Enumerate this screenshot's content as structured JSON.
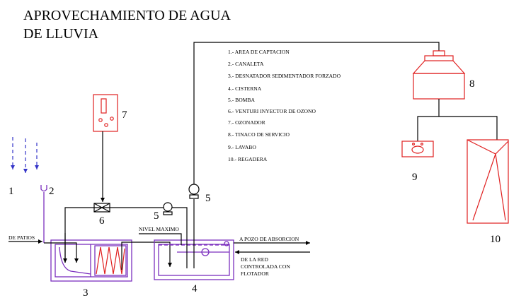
{
  "title": {
    "line1": "APROVECHAMIENTO DE AGUA",
    "line2": "DE LLUVIA"
  },
  "legend": [
    "1.- AREA DE CAPTACION",
    "2.- CANALETA",
    "3.- DESNATADOR SEDIMENTADOR FORZADO",
    "4.- CISTERNA",
    "5.- BOMBA",
    "6.- VENTURI INYECTOR DE OZONO",
    "7.- OZONADOR",
    "8.- TINACO DE SERVICIO",
    "9.- LAVABO",
    "10.- REGADERA"
  ],
  "labels": {
    "n1": "1",
    "n2": "2",
    "n3": "3",
    "n4": "4",
    "n5_tank": "5",
    "n5_riser": "5",
    "n6": "6",
    "n7": "7",
    "n8": "8",
    "n9": "9",
    "n10": "10"
  },
  "annotations": {
    "de_patios": "DE PATIOS",
    "nivel_maximo": "NIVEL MAXIMO",
    "pozo": "A POZO DE ABSORCION",
    "red_line1": "DE LA RED",
    "red_line2": "CONTROLADA CON",
    "red_line3": "FLOTADOR"
  },
  "colors": {
    "tank": "#7b2fbe",
    "equip": "#e02020",
    "rain": "#3434c8",
    "line": "#000000"
  }
}
